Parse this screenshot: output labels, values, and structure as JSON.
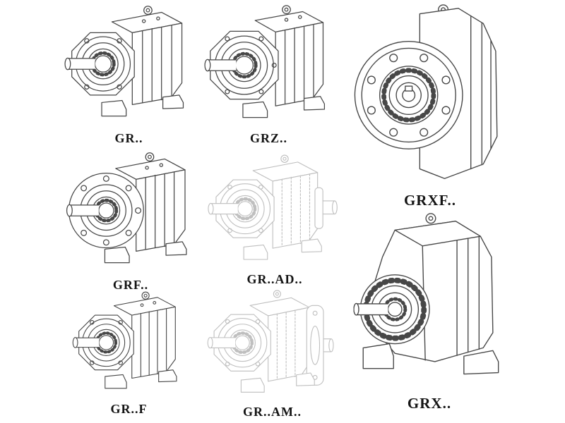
{
  "page": {
    "background": "#ffffff",
    "line_color": "#474747",
    "ghost_line_color": "#bfbfbf",
    "label_color": "#141414"
  },
  "figures": {
    "gr": {
      "label": "GR..",
      "tone": "solid"
    },
    "grz": {
      "label": "GRZ..",
      "tone": "solid"
    },
    "grxf": {
      "label": "GRXF..",
      "tone": "solid"
    },
    "grf": {
      "label": "GRF..",
      "tone": "solid"
    },
    "grad": {
      "label": "GR..AD..",
      "tone": "light-gray"
    },
    "grff": {
      "label": "GR..F",
      "tone": "solid"
    },
    "gram": {
      "label": "GR..AM..",
      "tone": "light-gray"
    },
    "grx": {
      "label": "GRX..",
      "tone": "solid"
    }
  }
}
